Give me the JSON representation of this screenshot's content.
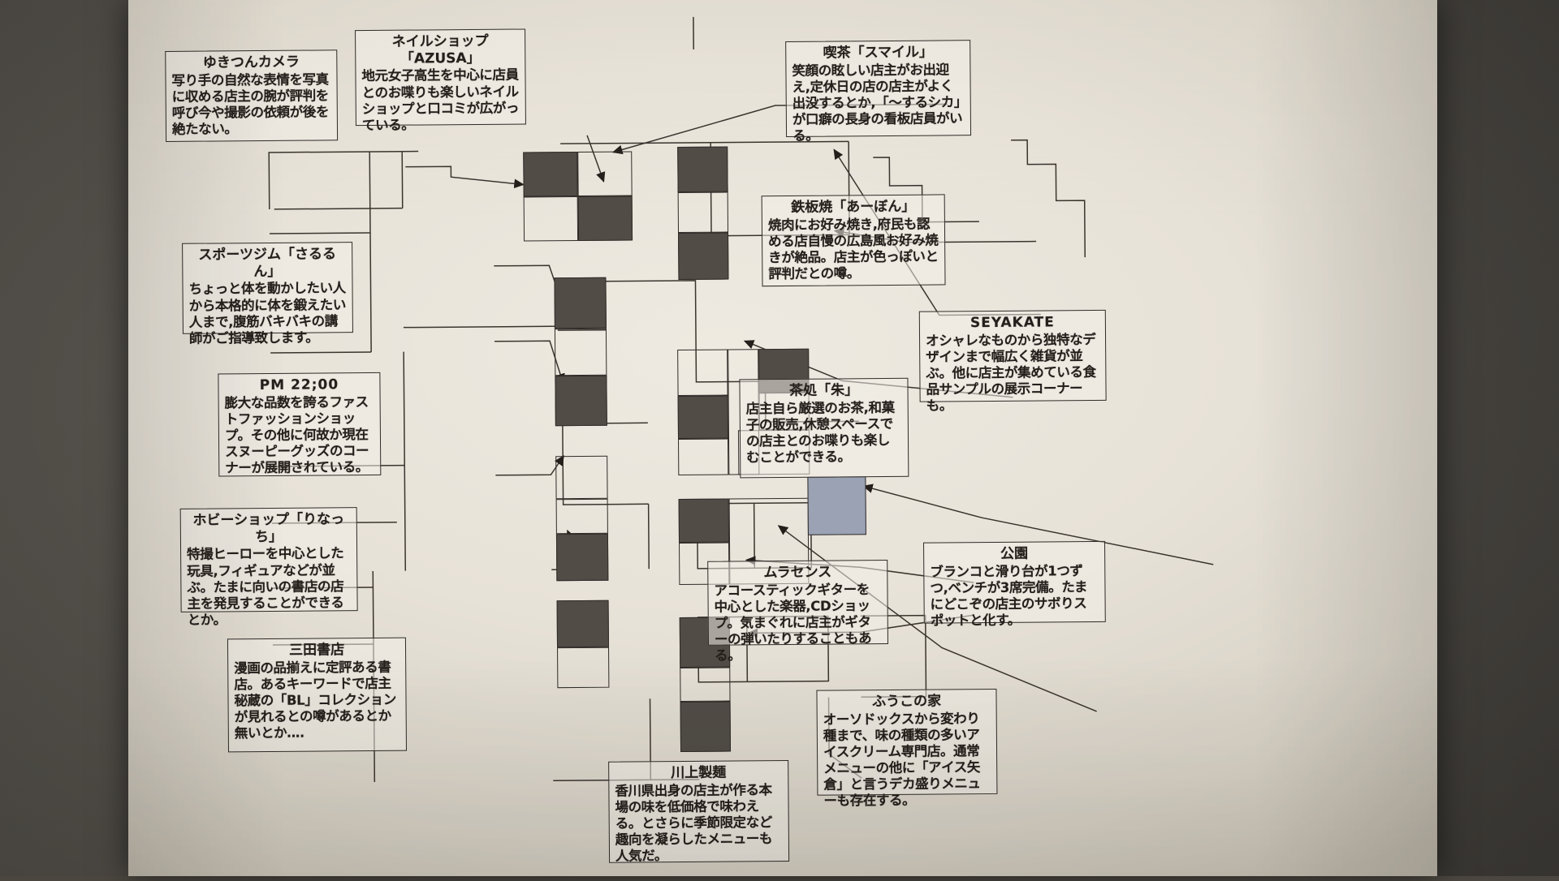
{
  "document": {
    "kind": "photographed-paper-map",
    "subject": "商店街マップ"
  },
  "callouts": [
    {
      "id": "yukitsun-camera",
      "title": "ゆきつんカメラ",
      "body": "写り手の自然な表情を写真に収める店主の腕が評判を呼び今や撮影の依頼が後を絶たない。"
    },
    {
      "id": "nail-shop-azusa",
      "title": "ネイルショップ「AZUSA」",
      "body": "地元女子高生を中心に店員とのお喋りも楽しいネイルショップと口コミが広がっている。"
    },
    {
      "id": "kissa-smile",
      "title": "喫茶「スマイル」",
      "body": "笑顔の眩しい店主がお出迎え,定休日の店の店主がよく出没するとか,「〜するシカ」が口癖の長身の看板店員がいる。"
    },
    {
      "id": "teppanyaki-aabon",
      "title": "鉄板焼「あーぼん」",
      "body": "焼肉にお好み焼き,府民も認める店自慢の広島風お好み焼きが絶品。店主が色っぽいと評判だとの噂。"
    },
    {
      "id": "sports-gym-sarurun",
      "title": "スポーツジム「さるるん」",
      "body": "ちょっと体を動かしたい人から本格的に体を鍛えたい人まで,腹筋バキバキの講師がご指導致します。"
    },
    {
      "id": "pm-2200",
      "title": "PM 22;00",
      "body": "膨大な品数を誇るファストファッションショップ。その他に何故か現在スヌーピーグッズのコーナーが展開されている。"
    },
    {
      "id": "hobby-shop-rinacchi",
      "title": "ホビーショップ「りなっち」",
      "body": "特撮ヒーローを中心とした玩具,フィギュアなどが並ぶ。たまに向いの書店の店主を発見することができるとか。"
    },
    {
      "id": "mita-shoten",
      "title": "三田書店",
      "body": "漫画の品揃えに定評ある書店。あるキーワードで店主秘蔵の「BL」コレクションが見れるとの噂があるとか無いとか‥‥"
    },
    {
      "id": "seyakate",
      "title": "SEYAKATE",
      "body": "オシャレなものから独特なデザインまで幅広く雑貨が並ぶ。他に店主が集めている食品サンプルの展示コーナーも。"
    },
    {
      "id": "chadokoro-aka",
      "title": "茶処「朱」",
      "body": "店主自ら厳選のお茶,和菓子の販売,休憩スペースでの店主とのお喋りも楽しむことができる。"
    },
    {
      "id": "kouen",
      "title": "公園",
      "body": "ブランコと滑り台が1つずつ,ベンチが3席完備。たまにどこぞの店主のサボりスポットと化す。"
    },
    {
      "id": "murasensu",
      "title": "ムラセンス",
      "body": "アコースティックギターを中心とした楽器,CDショップ。気まぐれに店主がギターの弾いたりすることもある。"
    },
    {
      "id": "fuuko-no-ie",
      "title": "ふうこの家",
      "body": "オーソドックスから変わり種まで、味の種類の多いアイスクリーム専門店。通常メニューの他に「アイス矢倉」と言うデカ盛りメニューも存在する。"
    },
    {
      "id": "kawakami-seimen",
      "title": "川上製麺",
      "body": "香川県出身の店主が作る本場の味を低価格で味わえる。とさらに季節限定など趣向を凝らしたメニューも人気だ。"
    }
  ],
  "colors": {
    "paper": "#e7e2d8",
    "ink": "#2e2a26",
    "building_dark": "#514c46",
    "building_blue": "#9aa2b4",
    "background": "#4e4a44"
  }
}
